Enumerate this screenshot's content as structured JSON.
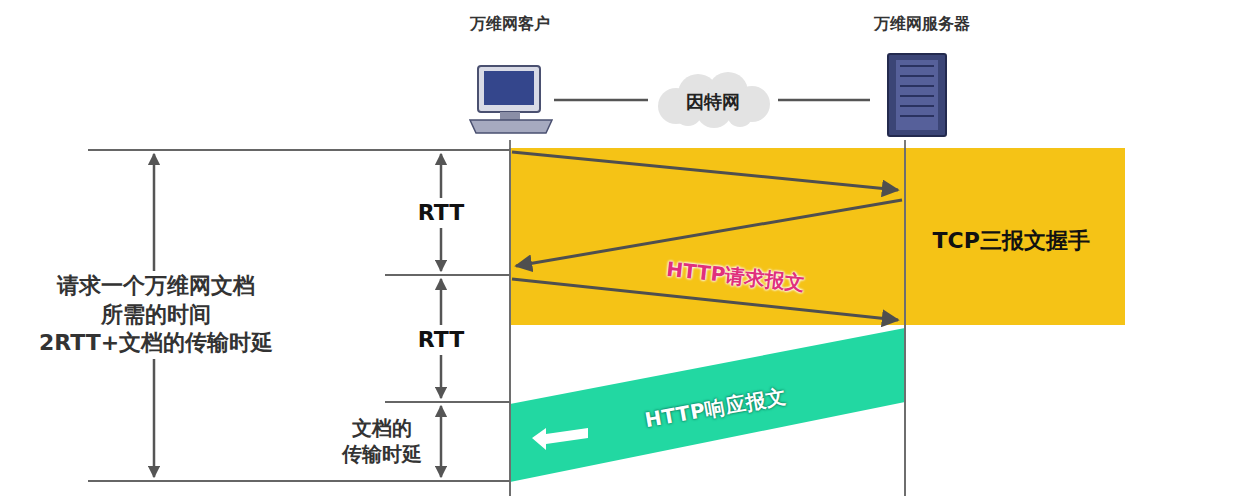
{
  "diagram": {
    "nodes": [
      {
        "text": [
          "万维网客户"
        ]
      },
      {
        "text": [
          "因特网"
        ]
      },
      {
        "text": [
          "万维网服务器"
        ]
      },
      {
        "text": [
          "TCP三报文握手"
        ]
      },
      {
        "text": [
          "HTTP响应报文"
        ]
      }
    ],
    "edges": [
      {
        "from": 0,
        "to": 1,
        "arrow": "none"
      },
      {
        "from": 1,
        "to": 2,
        "arrow": "none"
      }
    ],
    "labels": [
      "HTTP请求报文",
      "RTT",
      "RTT",
      "请求一个万维网文档 所需的时间 2RTT+文档的传输时延",
      "文档的 传输时延"
    ]
  }
}
